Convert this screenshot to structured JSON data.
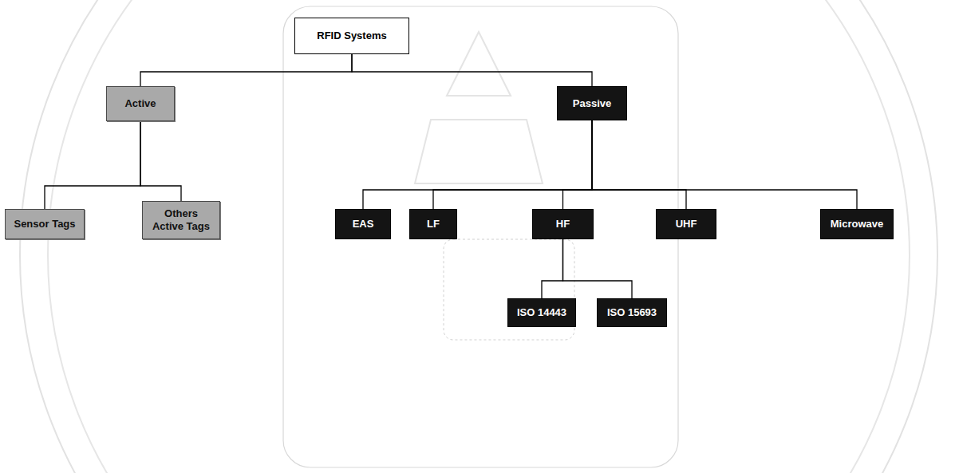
{
  "diagram": {
    "nodes": [
      {
        "text": [
          "RFID Systems"
        ]
      },
      {
        "text": [
          "Active"
        ]
      },
      {
        "text": [
          "Passive"
        ]
      },
      {
        "text": [
          "Sensor Tags"
        ]
      },
      {
        "text": [
          "Others Active Tags"
        ]
      },
      {
        "text": [
          "EAS"
        ]
      },
      {
        "text": [
          "LF"
        ]
      },
      {
        "text": [
          "HF"
        ]
      },
      {
        "text": [
          "UHF"
        ]
      },
      {
        "text": [
          "Microwave"
        ]
      },
      {
        "text": [
          "ISO 14443"
        ]
      },
      {
        "text": [
          "ISO 15693"
        ]
      }
    ],
    "edges": [
      {
        "from": 0,
        "to": 1,
        "arrow": "none"
      },
      {
        "from": 0,
        "to": 2,
        "arrow": "none"
      },
      {
        "from": 1,
        "to": 3,
        "arrow": "none"
      },
      {
        "from": 1,
        "to": 4,
        "arrow": "none"
      },
      {
        "from": 2,
        "to": 5,
        "arrow": "none"
      },
      {
        "from": 2,
        "to": 6,
        "arrow": "none"
      },
      {
        "from": 2,
        "to": 7,
        "arrow": "none"
      },
      {
        "from": 2,
        "to": 8,
        "arrow": "none"
      },
      {
        "from": 2,
        "to": 9,
        "arrow": "none"
      },
      {
        "from": 7,
        "to": 10,
        "arrow": "none"
      },
      {
        "from": 7,
        "to": 11,
        "arrow": "none"
      }
    ]
  }
}
